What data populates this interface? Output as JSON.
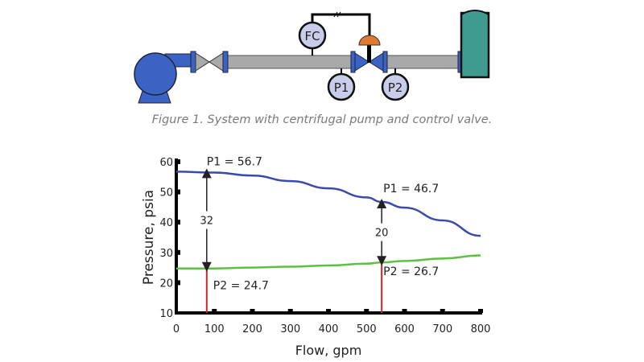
{
  "figure": {
    "caption": "Figure 1. System with centrifugal pump and control valve.",
    "labels": {
      "fc": "FC",
      "p1": "P1",
      "p2": "P2"
    },
    "colors": {
      "pump": "#3a63c4",
      "pipe": "#a9a9a9",
      "valve": "#3a63c4",
      "actuator": "#e07a2e",
      "gauge": "#c9cdea",
      "tank": "#3f9a8f"
    }
  },
  "chart_data": {
    "type": "line",
    "title": "",
    "xlabel": "Flow, gpm",
    "ylabel": "Pressure, psia",
    "xlim": [
      0,
      800
    ],
    "ylim": [
      10,
      60
    ],
    "xticks": [
      0,
      100,
      200,
      300,
      400,
      500,
      600,
      700,
      800
    ],
    "yticks": [
      10,
      20,
      30,
      40,
      50,
      60
    ],
    "grid": false,
    "series": [
      {
        "name": "P1",
        "color": "#3b4bab",
        "x": [
          0,
          100,
          200,
          300,
          400,
          500,
          540,
          600,
          700,
          800
        ],
        "y": [
          56.7,
          56.4,
          55.4,
          53.6,
          51.2,
          48.2,
          46.7,
          44.8,
          40.6,
          35.5
        ]
      },
      {
        "name": "P2",
        "color": "#5cc043",
        "x": [
          0,
          100,
          200,
          300,
          400,
          500,
          540,
          600,
          700,
          800
        ],
        "y": [
          24.7,
          24.7,
          25.0,
          25.3,
          25.7,
          26.3,
          26.7,
          27.2,
          28.0,
          29.0
        ]
      }
    ],
    "annotations": [
      {
        "flow": 80,
        "p1": 56.7,
        "p2": 24.7,
        "dp": "32",
        "p1_label": "P1 = 56.7",
        "p2_label": "P2 = 24.7"
      },
      {
        "flow": 540,
        "p1": 46.7,
        "p2": 26.7,
        "dp": "20",
        "p1_label": "P1 = 46.7",
        "p2_label": "P2 = 26.7"
      }
    ],
    "marker_color": "#e0201f"
  }
}
